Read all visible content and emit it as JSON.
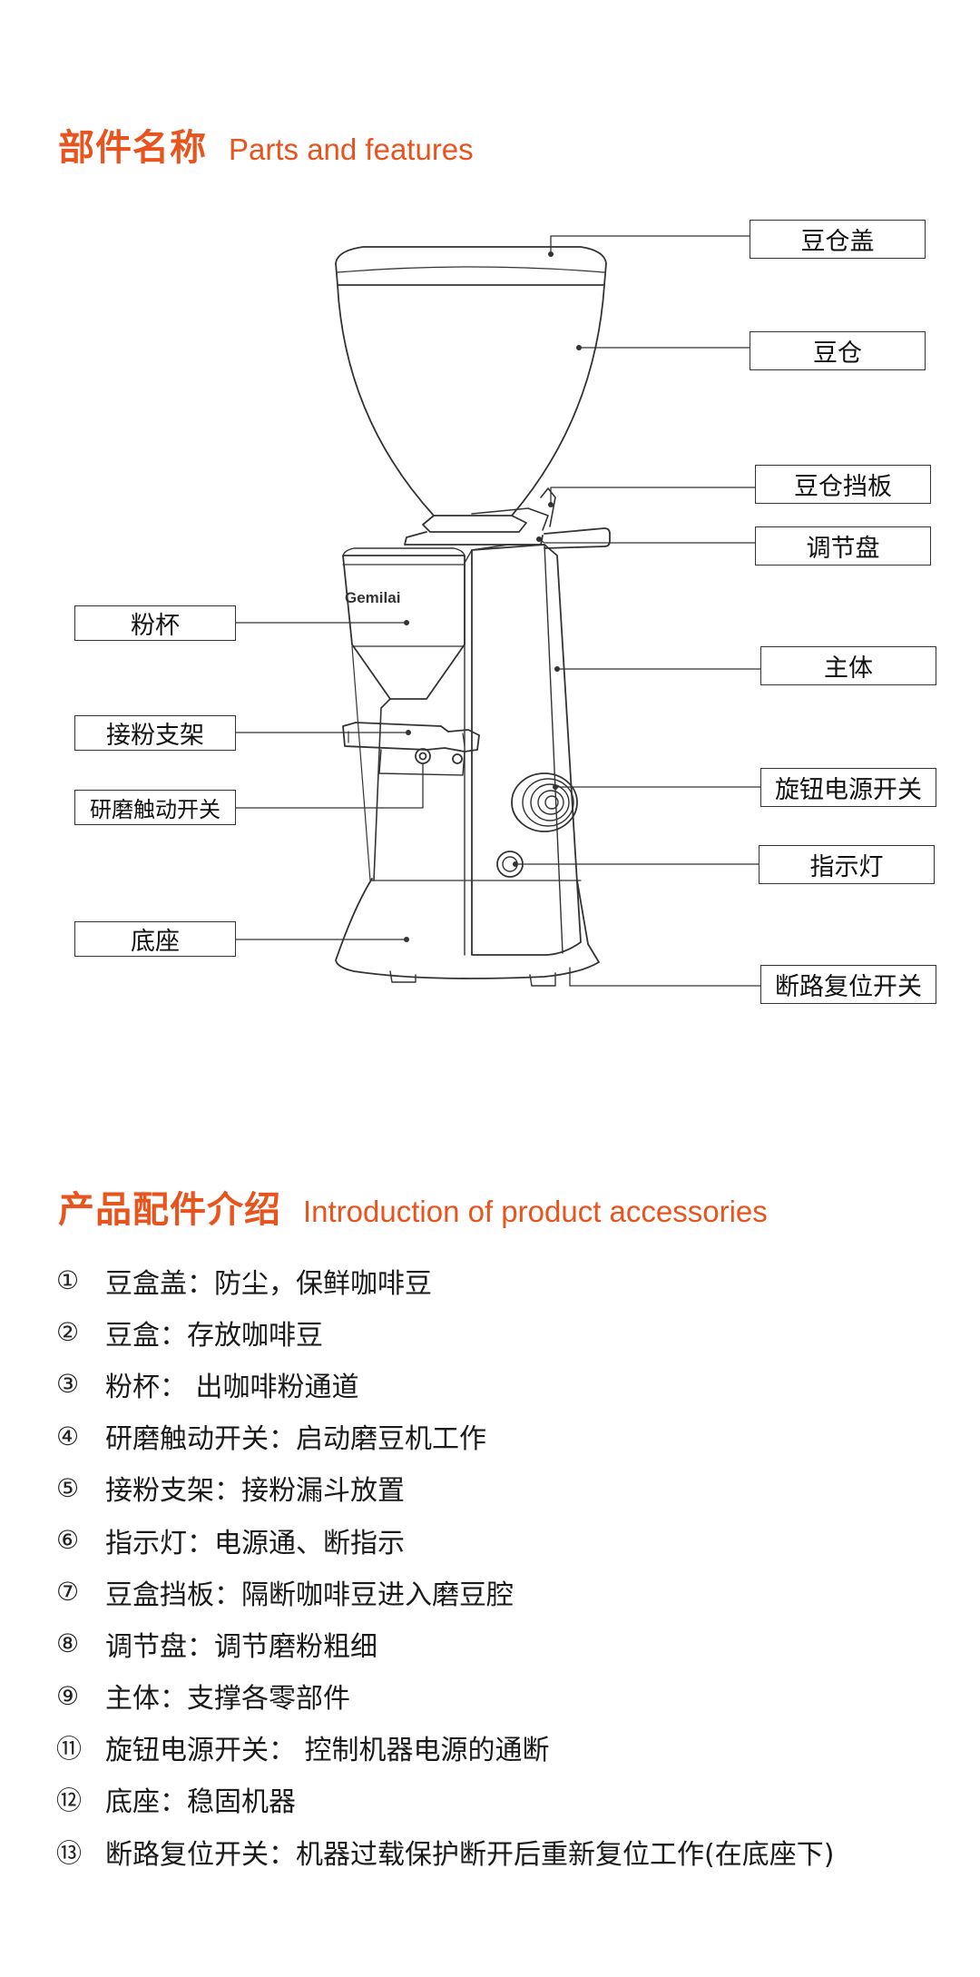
{
  "parts_section": {
    "title_zh": "部件名称",
    "title_en": "Parts and features"
  },
  "brand_logo": "Gemilai",
  "labels": {
    "hopper_lid": "豆仓盖",
    "hopper": "豆仓",
    "hopper_gate": "豆仓挡板",
    "adjust_dial": "调节盘",
    "powder_cup": "粉杯",
    "main_body": "主体",
    "holder_bracket": "接粉支架",
    "knob_power_switch": "旋钮电源开关",
    "grind_touch_switch": "研磨触动开关",
    "indicator_light": "指示灯",
    "base": "底座",
    "breaker_reset_switch": "断路复位开关"
  },
  "accessories_section": {
    "title_zh": "产品配件介绍",
    "title_en": "Introduction of product accessories"
  },
  "accessories": [
    {
      "num": "①",
      "text": "豆盒盖：防尘，保鲜咖啡豆"
    },
    {
      "num": "②",
      "text": "豆盒：存放咖啡豆"
    },
    {
      "num": "③",
      "text": "粉杯： 出咖啡粉通道"
    },
    {
      "num": "④",
      "text": "研磨触动开关：启动磨豆机工作"
    },
    {
      "num": "⑤",
      "text": "接粉支架：接粉漏斗放置"
    },
    {
      "num": "⑥",
      "text": "指示灯：电源通、断指示"
    },
    {
      "num": "⑦",
      "text": "豆盒挡板：隔断咖啡豆进入磨豆腔"
    },
    {
      "num": "⑧",
      "text": "调节盘：调节磨粉粗细"
    },
    {
      "num": "⑨",
      "text": "主体：支撑各零部件"
    },
    {
      "num": "⑪",
      "text": "旋钮电源开关： 控制机器电源的通断"
    },
    {
      "num": "⑫",
      "text": "底座：稳固机器"
    },
    {
      "num": "⑬",
      "text": "断路复位开关：机器过载保护断开后重新复位工作(在底座下)"
    }
  ],
  "colors": {
    "accent": "#e8541e",
    "line": "#333333",
    "text": "#1a1a1a"
  }
}
